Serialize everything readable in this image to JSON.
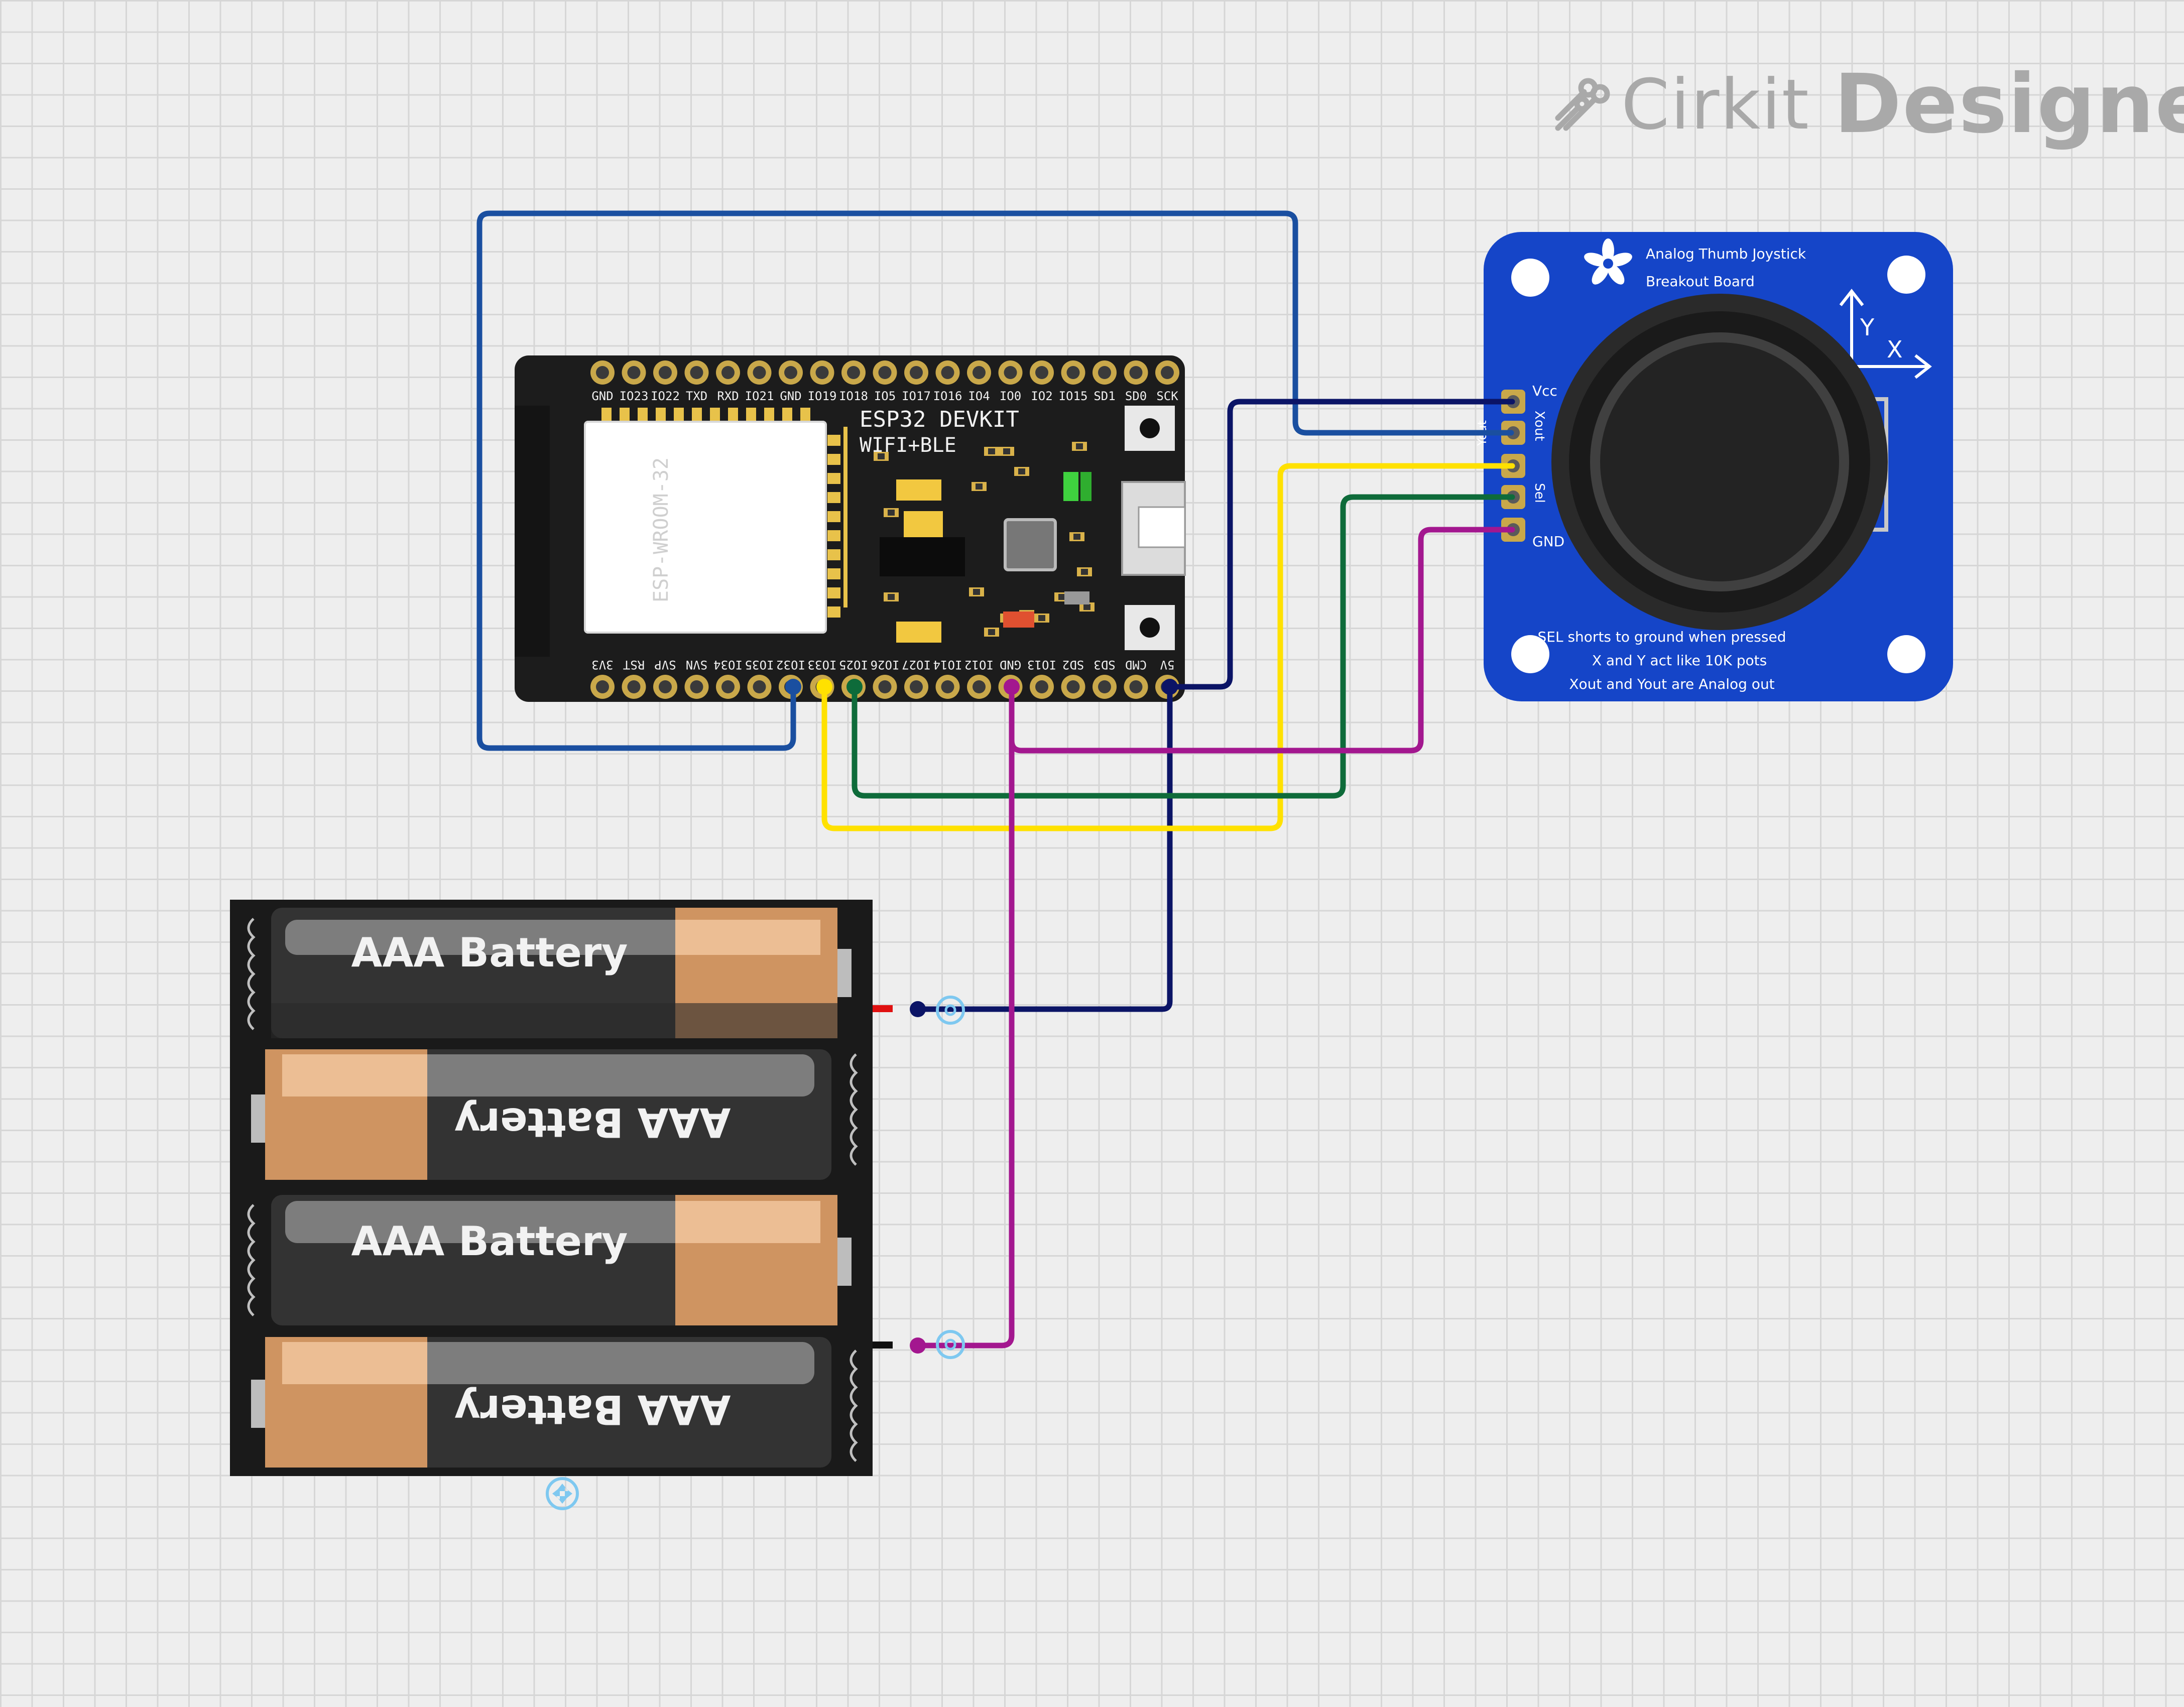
{
  "app": {
    "logo_brand": "Cirkit",
    "logo_product": "Designer"
  },
  "esp32": {
    "title": "ESP32 DEVKIT",
    "subtitle": "WIFI+BLE",
    "module_label": "ESP-WROOM-32",
    "top_pins": [
      "GND",
      "IO23",
      "IO22",
      "TXD",
      "RXD",
      "IO21",
      "GND",
      "IO19",
      "IO18",
      "IO5",
      "IO17",
      "IO16",
      "IO4",
      "IO0",
      "IO2",
      "IO15",
      "SD1",
      "SD0",
      "SCK"
    ],
    "bottom_pins": [
      "3V3",
      "RST",
      "SVP",
      "SVN",
      "IO34",
      "IO35",
      "IO32",
      "IO33",
      "IO25",
      "IO26",
      "IO27",
      "IO14",
      "IO12",
      "GND",
      "IO13",
      "SD2",
      "SD3",
      "CMD",
      "5V"
    ]
  },
  "joystick": {
    "title_line1": "Analog Thumb Joystick",
    "title_line2": "Breakout Board",
    "pins": [
      "Vcc",
      "Xout",
      "Yout",
      "Sel",
      "GND"
    ],
    "axis_x": "X",
    "axis_y": "Y",
    "note_line1": "SEL shorts to ground when pressed",
    "note_line2": "X and Y act like 10K pots",
    "note_line3": "Xout and Yout are Analog out"
  },
  "battery_pack": {
    "cells": [
      "AAA Battery",
      "AAA Battery",
      "AAA Battery",
      "AAA Battery"
    ]
  },
  "colors": {
    "wire_blue": "#1a4fa0",
    "wire_navy": "#0b1466",
    "wire_yellow": "#ffe100",
    "wire_green": "#0e6b3a",
    "wire_magenta": "#a3178f",
    "board_pcb": "#1c1c1c",
    "joystick_pcb": "#1545c8"
  }
}
